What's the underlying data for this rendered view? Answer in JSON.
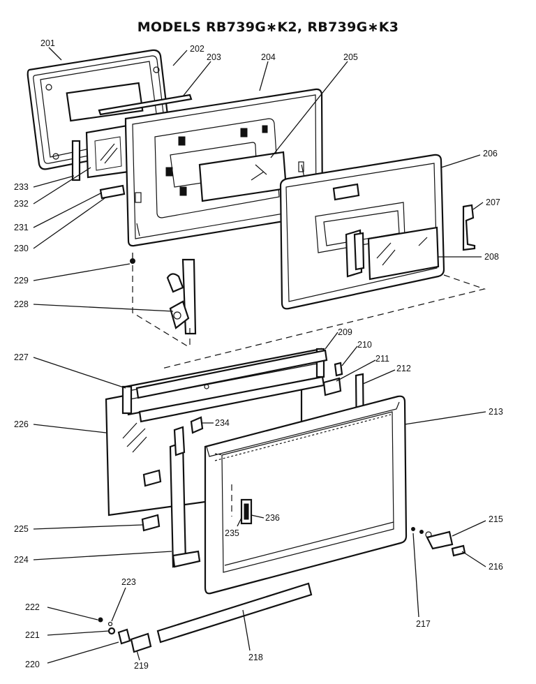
{
  "title": "MODELS RB739G∗K2, RB739G∗K3",
  "callouts": {
    "c201": "201",
    "c202": "202",
    "c203": "203",
    "c204": "204",
    "c205": "205",
    "c206": "206",
    "c207": "207",
    "c208": "208",
    "c209": "209",
    "c210": "210",
    "c211": "211",
    "c212": "212",
    "c213": "213",
    "c215": "215",
    "c216": "216",
    "c217": "217",
    "c218": "218",
    "c219": "219",
    "c220": "220",
    "c221": "221",
    "c222": "222",
    "c223": "223",
    "c224": "224",
    "c225": "225",
    "c226": "226",
    "c227": "227",
    "c228": "228",
    "c229": "229",
    "c230": "230",
    "c231": "231",
    "c232": "232",
    "c233": "233",
    "c234": "234",
    "c235": "235",
    "c236": "236"
  }
}
